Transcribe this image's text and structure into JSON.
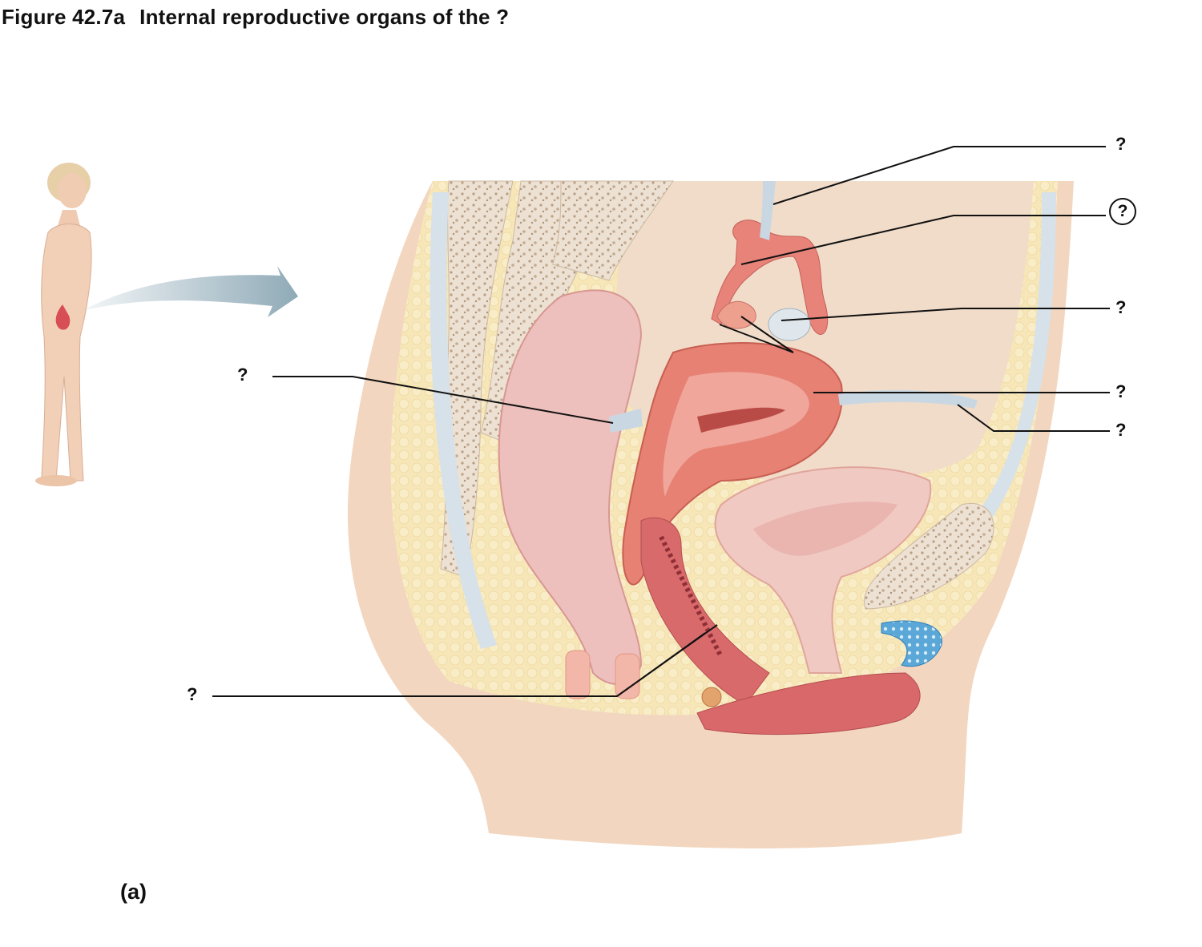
{
  "title": {
    "figure_number": "Figure 42.7a",
    "caption": "Internal reproductive organs of the ?"
  },
  "panel_label": "(a)",
  "labels": [
    {
      "id": "label-top-right-1",
      "text": "?"
    },
    {
      "id": "label-top-right-2",
      "text": "?",
      "circled": true
    },
    {
      "id": "label-right-3",
      "text": "?"
    },
    {
      "id": "label-right-4",
      "text": "?"
    },
    {
      "id": "label-right-5",
      "text": "?"
    },
    {
      "id": "label-left-upper",
      "text": "?"
    },
    {
      "id": "label-left-lower",
      "text": "?"
    }
  ],
  "colors": {
    "skin": "#f1d3b8",
    "fat": "#f6e5b5",
    "muscle": "#e0786b",
    "organ_pink": "#e9b0ac",
    "bone": "#e8dccd",
    "ligament": "#cfdbe4",
    "cartilage": "#4c9bd0",
    "arrow": "#8faab7"
  }
}
